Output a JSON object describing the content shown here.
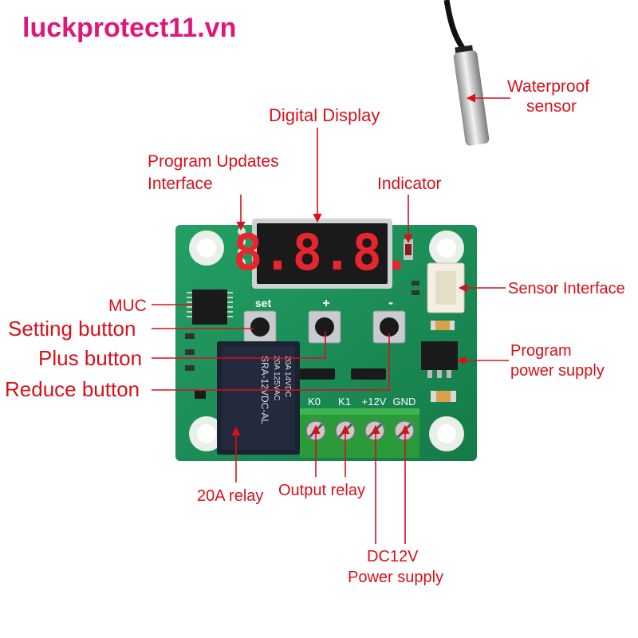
{
  "brand": "luckprotect11.vn",
  "labels": {
    "waterproof_sensor_line1": "Waterproof",
    "waterproof_sensor_line2": "sensor",
    "digital_display": "Digital Display",
    "program_updates_line1": "Program Updates",
    "program_updates_line2": "Interface",
    "indicator": "Indicator",
    "sensor_interface": "Sensor Interface",
    "muc": "MUC",
    "setting_button": "Setting button",
    "plus_button": "Plus button",
    "reduce_button": "Reduce button",
    "program_power_line1": "Program",
    "program_power_line2": "power supply",
    "relay_20a": "20A relay",
    "output_relay": "Output relay",
    "dc12v_line1": "DC12V",
    "dc12v_line2": "Power supply"
  },
  "board": {
    "set_label": "set",
    "plus_label": "+",
    "minus_label": "-",
    "terminal_k0": "K0",
    "terminal_k1": "K1",
    "terminal_12v": "+12V",
    "terminal_gnd": "GND",
    "relay_line1": "20A 14VDC",
    "relay_line2": "20A 125VAC",
    "relay_line3": "SRA-12VDC-AL",
    "display_digits": "8.8.8."
  },
  "colors": {
    "pcb": "#1e8d58",
    "label_red": "#d8101a",
    "brand_pink": "#e0177a",
    "relay": "#1d2233",
    "terminal": "#2a9a3a",
    "display_bg": "#1a1a1a",
    "display_segment": "#e8252e"
  }
}
